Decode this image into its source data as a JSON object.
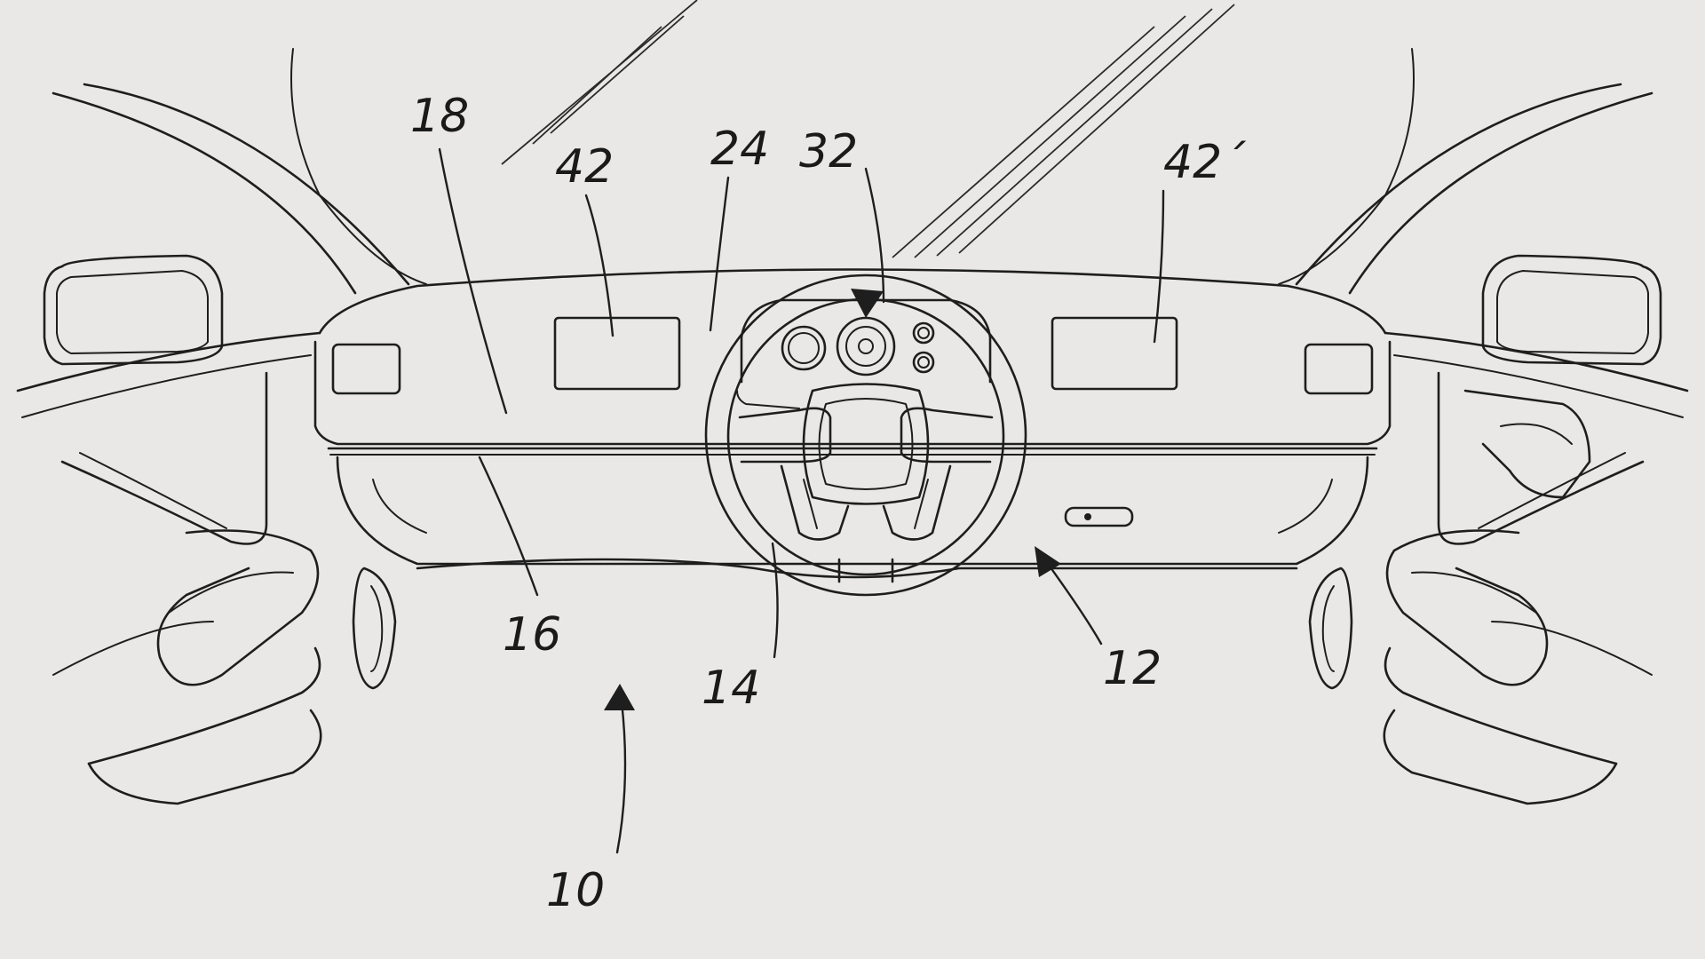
{
  "labels": {
    "interior": "10",
    "dashboard": "12",
    "steering_wheel": "14",
    "rail": "16",
    "dash_panel": "18",
    "dash_surface": "24",
    "instrument_cluster": "32",
    "display_left": "42",
    "display_right": "42´"
  }
}
